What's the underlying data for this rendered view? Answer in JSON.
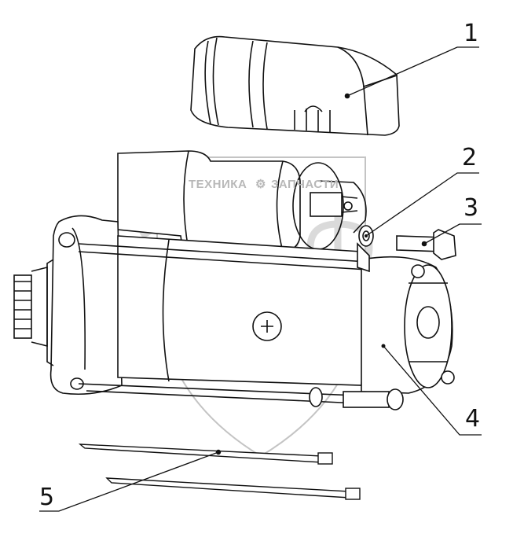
{
  "callouts": [
    {
      "id": "1",
      "label": "1"
    },
    {
      "id": "2",
      "label": "2"
    },
    {
      "id": "3",
      "label": "3"
    },
    {
      "id": "4",
      "label": "4"
    },
    {
      "id": "5",
      "label": "5"
    }
  ],
  "watermark": {
    "line1_left": "ТЕХНИКА",
    "line1_right": "ЗАПЧАСТИ",
    "big": "ЭПФ",
    "color": "#bdbdbd"
  },
  "colors": {
    "line": "#111111",
    "paper": "#ffffff"
  }
}
